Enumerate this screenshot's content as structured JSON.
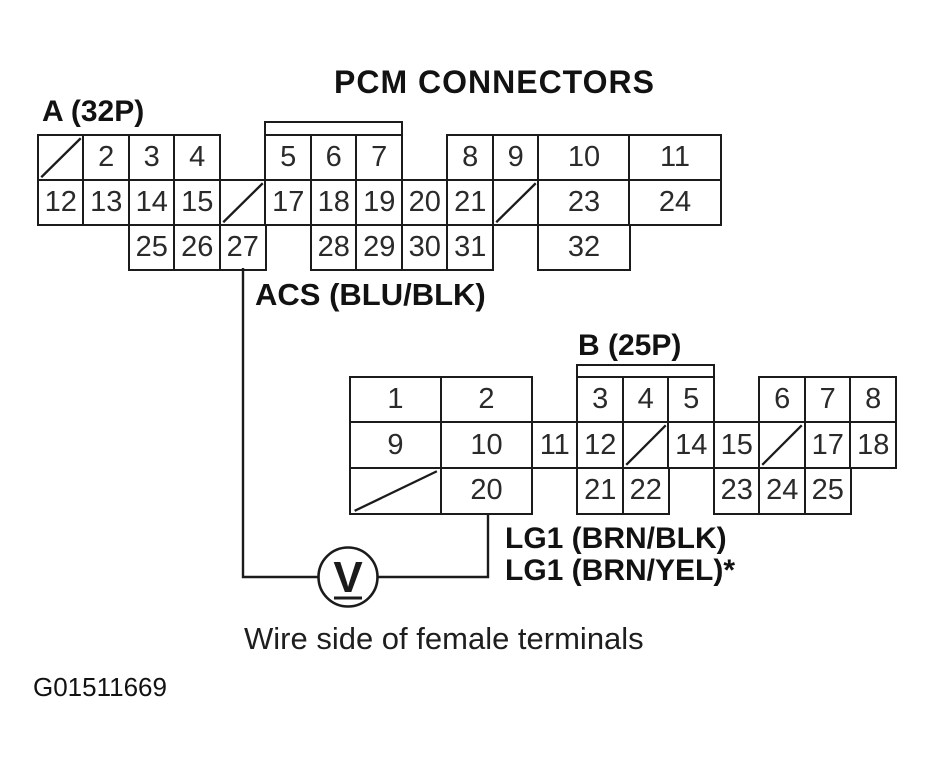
{
  "title": "PCM CONNECTORS",
  "caption": "Wire side of female terminals",
  "figure_code": "G01511669",
  "colors": {
    "ink": "#1b1b1b",
    "paper": "#ffffff"
  },
  "meter": {
    "symbol": "V"
  },
  "wire_labels": {
    "acs": "ACS (BLU/BLK)",
    "lg1_a": "LG1 (BRN/BLK)",
    "lg1_b": "LG1 (BRN/YEL)*"
  },
  "connector_a": {
    "label": "A (32P)",
    "rows": [
      [
        {
          "u": 0,
          "slash": true
        },
        {
          "u": 1,
          "pin": "2"
        },
        {
          "u": 2,
          "pin": "3"
        },
        {
          "u": 3,
          "pin": "4"
        },
        {
          "u": 5,
          "pin": "5"
        },
        {
          "u": 6,
          "pin": "6"
        },
        {
          "u": 7,
          "pin": "7"
        },
        {
          "u": 9,
          "pin": "8"
        },
        {
          "u": 10,
          "pin": "9"
        },
        {
          "u": 11,
          "pin": "10",
          "span": 2
        },
        {
          "u": 13,
          "pin": "11",
          "span": 2
        }
      ],
      [
        {
          "u": 0,
          "pin": "12"
        },
        {
          "u": 1,
          "pin": "13"
        },
        {
          "u": 2,
          "pin": "14"
        },
        {
          "u": 3,
          "pin": "15"
        },
        {
          "u": 4,
          "slash": true
        },
        {
          "u": 5,
          "pin": "17"
        },
        {
          "u": 6,
          "pin": "18"
        },
        {
          "u": 7,
          "pin": "19"
        },
        {
          "u": 8,
          "pin": "20"
        },
        {
          "u": 9,
          "pin": "21"
        },
        {
          "u": 10,
          "slash": true
        },
        {
          "u": 11,
          "pin": "23",
          "span": 2
        },
        {
          "u": 13,
          "pin": "24",
          "span": 2
        }
      ],
      [
        {
          "u": 2,
          "pin": "25"
        },
        {
          "u": 3,
          "pin": "26"
        },
        {
          "u": 4,
          "pin": "27"
        },
        {
          "u": 6,
          "pin": "28"
        },
        {
          "u": 7,
          "pin": "29"
        },
        {
          "u": 8,
          "pin": "30"
        },
        {
          "u": 9,
          "pin": "31"
        },
        {
          "u": 11,
          "pin": "32",
          "span": 2
        }
      ]
    ]
  },
  "connector_b": {
    "label": "B (25P)",
    "rows": [
      [
        {
          "u": 0,
          "pin": "1",
          "span": 2
        },
        {
          "u": 2,
          "pin": "2",
          "span": 2
        },
        {
          "u": 5,
          "pin": "3"
        },
        {
          "u": 6,
          "pin": "4"
        },
        {
          "u": 7,
          "pin": "5"
        },
        {
          "u": 9,
          "pin": "6"
        },
        {
          "u": 10,
          "pin": "7"
        },
        {
          "u": 11,
          "pin": "8"
        }
      ],
      [
        {
          "u": 0,
          "pin": "9",
          "span": 2
        },
        {
          "u": 2,
          "pin": "10",
          "span": 2
        },
        {
          "u": 4,
          "pin": "11"
        },
        {
          "u": 5,
          "pin": "12"
        },
        {
          "u": 6,
          "slash": true
        },
        {
          "u": 7,
          "pin": "14"
        },
        {
          "u": 8,
          "pin": "15"
        },
        {
          "u": 9,
          "slash": true
        },
        {
          "u": 10,
          "pin": "17"
        },
        {
          "u": 11,
          "pin": "18"
        }
      ],
      [
        {
          "u": 0,
          "slash": true,
          "span": 2
        },
        {
          "u": 2,
          "pin": "20",
          "span": 2
        },
        {
          "u": 5,
          "pin": "21"
        },
        {
          "u": 6,
          "pin": "22"
        },
        {
          "u": 8,
          "pin": "23"
        },
        {
          "u": 9,
          "pin": "24"
        },
        {
          "u": 10,
          "pin": "25"
        }
      ]
    ]
  }
}
